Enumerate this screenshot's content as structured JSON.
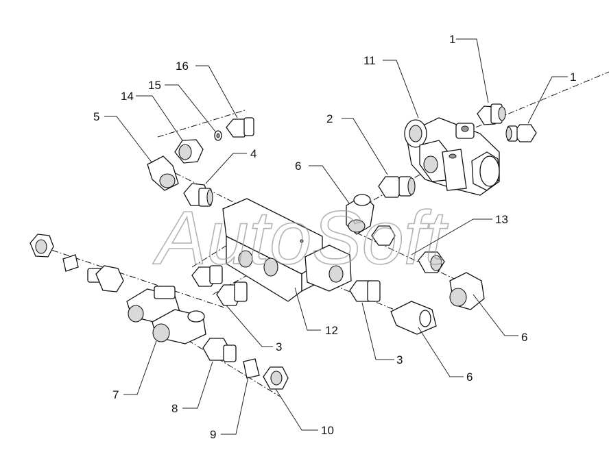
{
  "watermark": "AutoSoft",
  "callouts": {
    "c1a": "1",
    "c1b": "1",
    "c2": "2",
    "c3a": "3",
    "c3b": "3",
    "c4": "4",
    "c5": "5",
    "c6a": "6",
    "c6b": "6",
    "c6c": "6",
    "c7": "7",
    "c8": "8",
    "c9": "9",
    "c10": "10",
    "c11": "11",
    "c12": "12",
    "c13": "13",
    "c14": "14",
    "c15": "15",
    "c16": "16"
  }
}
